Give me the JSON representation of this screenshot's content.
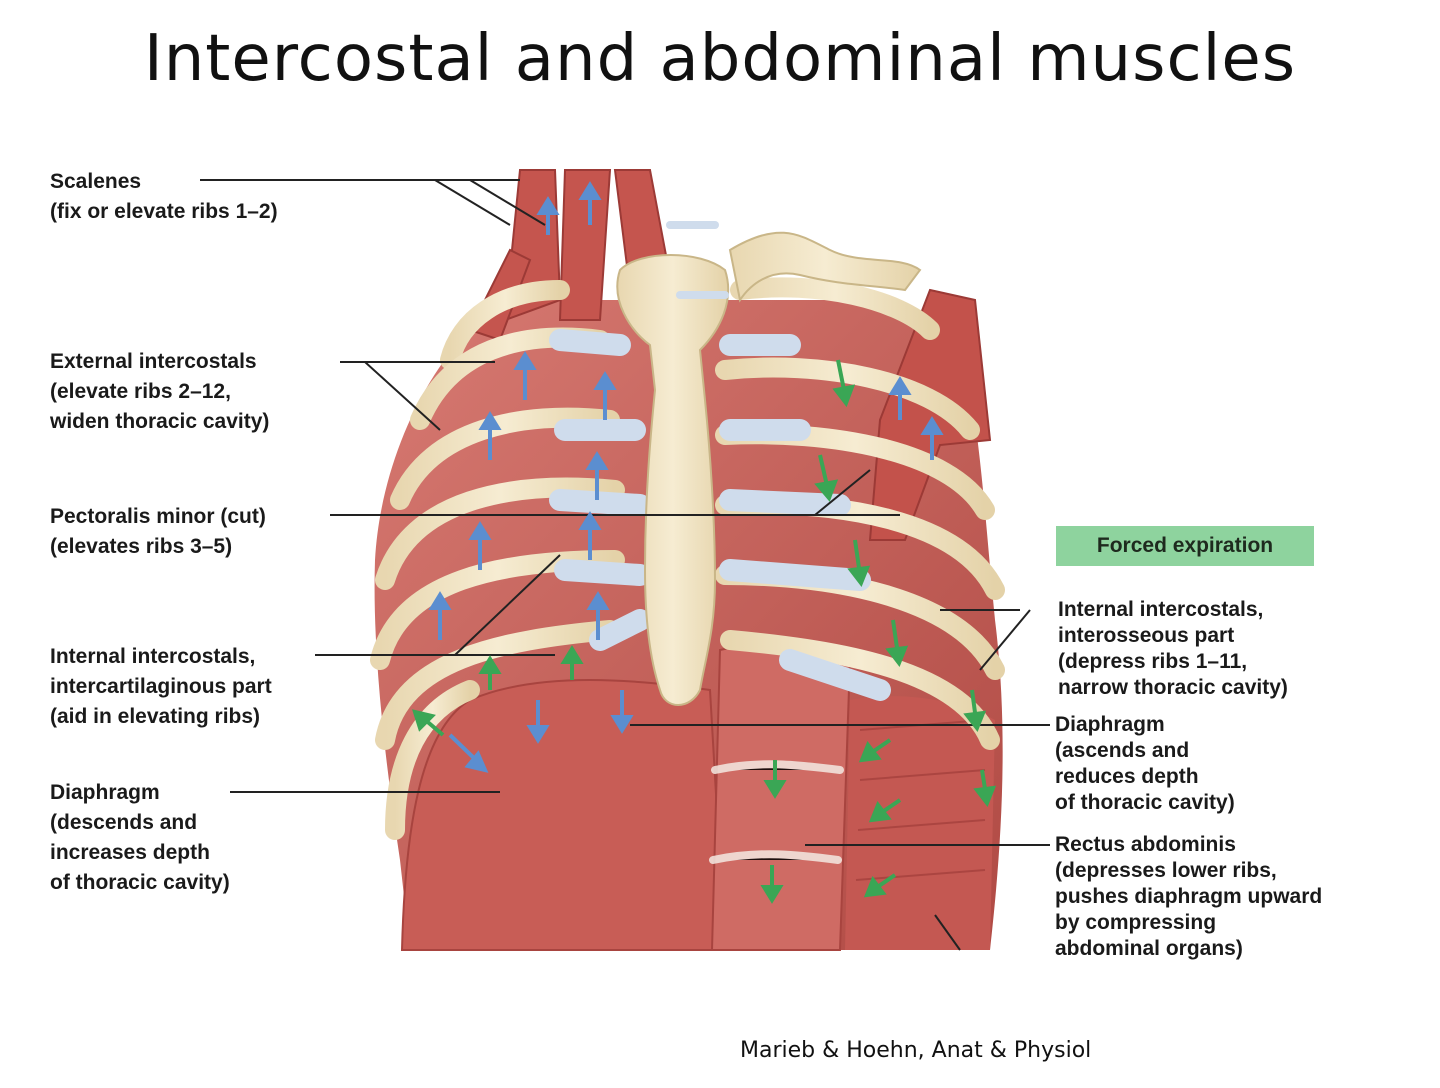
{
  "title": "Intercostal and abdominal muscles",
  "labels_left": [
    {
      "id": "scalenes",
      "lines": [
        "Scalenes",
        "(fix or elevate ribs 1–2)"
      ]
    },
    {
      "id": "external-intercostals",
      "lines": [
        "External intercostals",
        "(elevate ribs 2–12,",
        "widen thoracic cavity)"
      ]
    },
    {
      "id": "pectoralis-minor",
      "lines": [
        "Pectoralis minor (cut)",
        "(elevates ribs 3–5)"
      ]
    },
    {
      "id": "internal-intercostals-intercartilaginous",
      "lines": [
        "Internal intercostals,",
        "intercartilaginous part",
        "(aid in elevating ribs)"
      ]
    },
    {
      "id": "diaphragm-inspiration",
      "lines": [
        "Diaphragm",
        "(descends and",
        "increases depth",
        "of thoracic cavity)"
      ]
    }
  ],
  "forced_expiration_badge": "Forced expiration",
  "labels_right": [
    {
      "id": "internal-intercostals-interosseous",
      "lines": [
        "Internal intercostals,",
        "interosseous part",
        "(depress ribs 1–11,",
        "narrow thoracic cavity)"
      ]
    },
    {
      "id": "diaphragm-expiration",
      "lines": [
        "Diaphragm",
        "(ascends and",
        "reduces depth",
        "of thoracic cavity)"
      ]
    },
    {
      "id": "rectus-abdominis",
      "lines": [
        "Rectus abdominis",
        "(depresses lower ribs,",
        "pushes diaphragm upward",
        "by compressing",
        "abdominal organs)"
      ]
    }
  ],
  "credit": "Marieb & Hoehn, Anat & Physiol",
  "colors": {
    "muscle": "#c9605a",
    "muscle_dark": "#a8443f",
    "bone": "#efe2c2",
    "cartilage": "#cfdcec",
    "inspiration_arrow": "#5b8ed0",
    "expiration_arrow": "#3aa655",
    "badge_bg": "#8ed39e"
  }
}
